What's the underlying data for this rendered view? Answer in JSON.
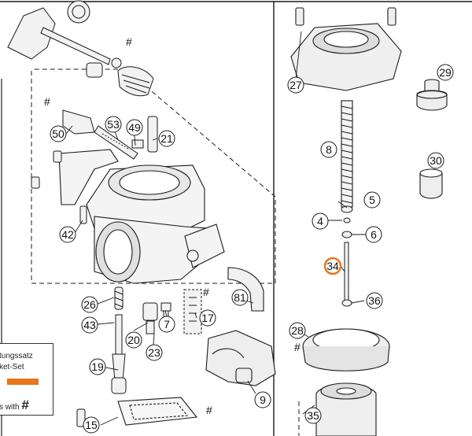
{
  "callouts": {
    "c27": "27",
    "c29": "29",
    "c8": "8",
    "c30": "30",
    "c5": "5",
    "c4": "4",
    "c6": "6",
    "c34": "34",
    "c36": "36",
    "c28": "28",
    "c35": "35",
    "c50": "50",
    "c53": "53",
    "c49": "49",
    "c21": "21",
    "c42": "42",
    "c81": "81",
    "c26": "26",
    "c43": "43",
    "c20": "20",
    "c7": "7",
    "c17": "17",
    "c23": "23",
    "c19": "19",
    "c9": "9",
    "c15": "15"
  },
  "markers": {
    "hash": "#"
  },
  "kit_legend": {
    "line1": "tungssatz",
    "line2": "ket-Set",
    "line3": "s with",
    "line3_mark": "#"
  },
  "highlight_color": "#e8761c"
}
